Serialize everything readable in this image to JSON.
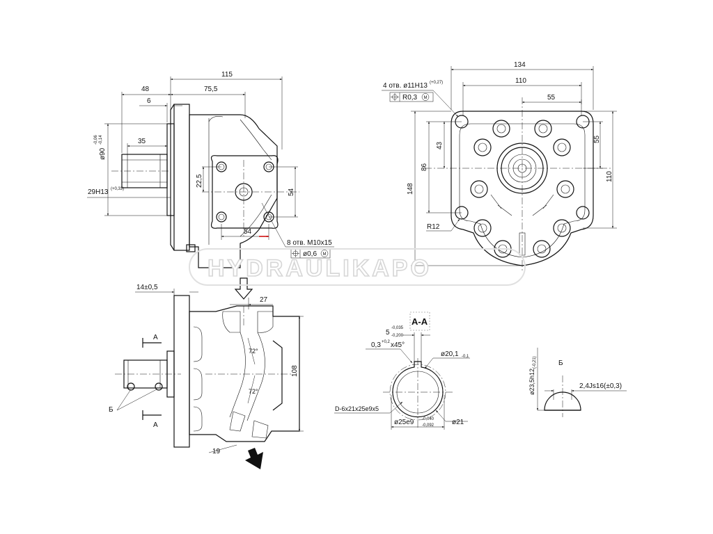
{
  "drawing": {
    "side_view": {
      "dims": {
        "d115": "115",
        "d48": "48",
        "d75_5": "75,5",
        "d6": "6",
        "d35": "35",
        "d90_main": "ø90",
        "d90_tol_up": "-0,06",
        "d90_tol_dn": "-0,14",
        "d29_main": "29H13",
        "d29_tol": "(+0,33)",
        "d22_5": "22,5",
        "d54_h": "54",
        "d54_v": "54"
      },
      "holes_note": "8 отв. M10x15",
      "holes_tol": "ø0,6",
      "holes_tol_mod": "M"
    },
    "front_view": {
      "dims": {
        "d134": "134",
        "d110_top": "110",
        "d55_top": "55",
        "d43": "43",
        "d86": "86",
        "d148": "148",
        "d55_right": "55",
        "d110_right": "110",
        "r12": "R12"
      },
      "holes_note_main": "4 отв. ø11H13",
      "holes_note_tol": "(+0,27)",
      "pos_tol": "R0,3",
      "pos_tol_mod": "M"
    },
    "section_view": {
      "dims": {
        "d14": "14±0,5",
        "d27": "27",
        "d108": "108",
        "d19": "19",
        "a72_1": "72°",
        "a72_2": "72°"
      },
      "section_mark": "А",
      "detail_mark": "Б"
    },
    "section_aa": {
      "title": "А-А",
      "key_w": "5",
      "key_w_up": "-0,035",
      "key_w_dn": "-0,200",
      "chamfer": "0,3",
      "chamfer_tol": "+0,2",
      "chamfer_angle": "x45°",
      "d20_main": "ø20,1",
      "d20_tol": "-0,1",
      "spline": "D-6x21x25e9x5",
      "d25_main": "ø25e9",
      "d25_tol_up": "-0,040",
      "d25_tol_dn": "-0,092",
      "d21": "ø21"
    },
    "detail_b": {
      "title": "Б",
      "d23_main": "ø23,5h12",
      "d23_tol": "(-0,21)",
      "w_main": "2,4Js16(±0,3)"
    },
    "watermark": "HYDRAULIKAPO"
  }
}
